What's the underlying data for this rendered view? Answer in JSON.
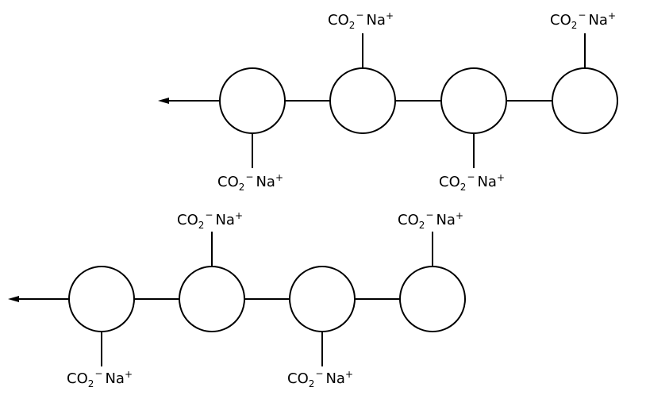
{
  "diagram": {
    "stroke_color": "#000000",
    "fill_color": "#ffffff",
    "background": "#ffffff",
    "label": {
      "main": "CO",
      "subscript": "2",
      "charge": "−",
      "cation": "Na",
      "cation_charge": "+"
    },
    "chains": [
      {
        "name": "chain-top",
        "units": [
          {
            "substituent": "down"
          },
          {
            "substituent": "up"
          },
          {
            "substituent": "down"
          },
          {
            "substituent": "up"
          }
        ]
      },
      {
        "name": "chain-bottom",
        "units": [
          {
            "substituent": "down"
          },
          {
            "substituent": "up"
          },
          {
            "substituent": "down"
          },
          {
            "substituent": "up"
          }
        ]
      }
    ]
  }
}
